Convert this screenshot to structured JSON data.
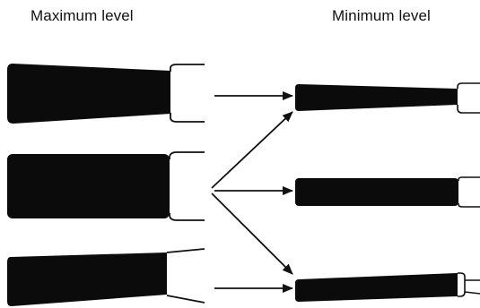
{
  "titles": {
    "maximum": "Maximum level",
    "minimum": "Minimum level"
  },
  "colors": {
    "bar_fill": "#0b0b0b",
    "stroke": "#111111",
    "background": "#ffffff"
  },
  "rows": [
    {
      "shape_max": "tapered-bar-with-rounded-end-bracket",
      "shape_min": "tapered-bar-with-rounded-end-bracket"
    },
    {
      "shape_max": "rectangular-bar-with-rounded-end-bracket",
      "shape_min": "rectangular-bar-with-rounded-end-bracket"
    },
    {
      "shape_max": "tapered-bar-with-open-end-lines",
      "shape_min": "tapered-bar-with-open-end-lines"
    }
  ],
  "connections": [
    {
      "from_row": 0,
      "to_row": 0
    },
    {
      "from_row": 1,
      "to_row": 0
    },
    {
      "from_row": 1,
      "to_row": 1
    },
    {
      "from_row": 1,
      "to_row": 2
    },
    {
      "from_row": 2,
      "to_row": 2
    }
  ]
}
